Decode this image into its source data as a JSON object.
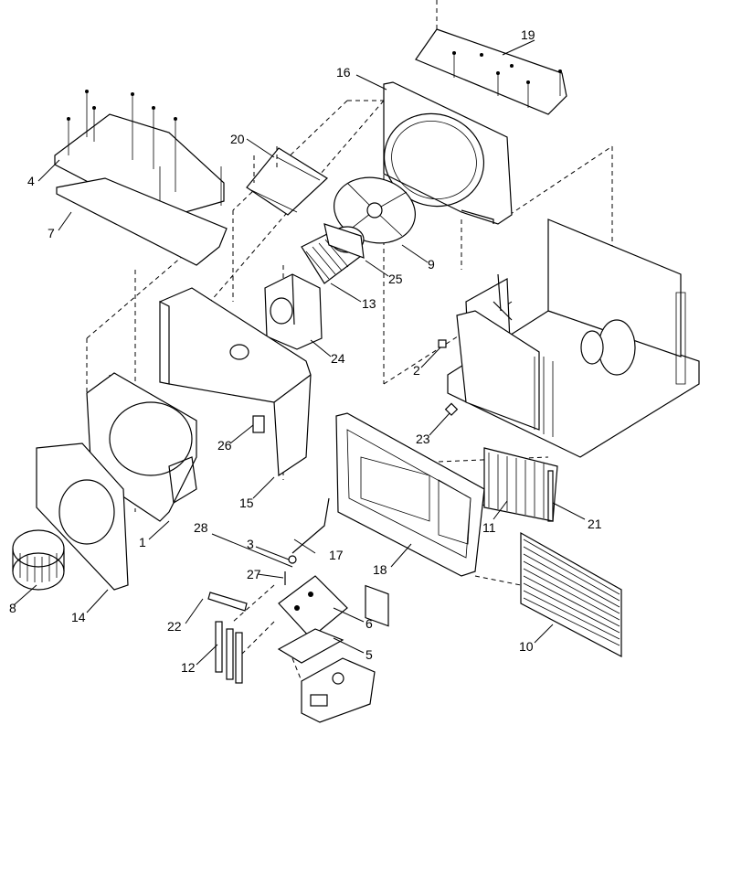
{
  "callouts": [
    {
      "id": "c1",
      "label": "1"
    },
    {
      "id": "c2",
      "label": "2"
    },
    {
      "id": "c3",
      "label": "3"
    },
    {
      "id": "c4",
      "label": "4"
    },
    {
      "id": "c5",
      "label": "5"
    },
    {
      "id": "c6",
      "label": "6"
    },
    {
      "id": "c7",
      "label": "7"
    },
    {
      "id": "c8",
      "label": "8"
    },
    {
      "id": "c9",
      "label": "9"
    },
    {
      "id": "c10",
      "label": "10"
    },
    {
      "id": "c11",
      "label": "11"
    },
    {
      "id": "c12",
      "label": "12"
    },
    {
      "id": "c13",
      "label": "13"
    },
    {
      "id": "c14",
      "label": "14"
    },
    {
      "id": "c15",
      "label": "15"
    },
    {
      "id": "c16",
      "label": "16"
    },
    {
      "id": "c17",
      "label": "17"
    },
    {
      "id": "c18",
      "label": "18"
    },
    {
      "id": "c19",
      "label": "19"
    },
    {
      "id": "c20",
      "label": "20"
    },
    {
      "id": "c21",
      "label": "21"
    },
    {
      "id": "c22",
      "label": "22"
    },
    {
      "id": "c23",
      "label": "23"
    },
    {
      "id": "c24",
      "label": "24"
    },
    {
      "id": "c25",
      "label": "25"
    },
    {
      "id": "c26",
      "label": "26"
    },
    {
      "id": "c27",
      "label": "27"
    },
    {
      "id": "c28",
      "label": "28"
    }
  ],
  "colors": {
    "line": "#000000",
    "background": "#ffffff"
  }
}
